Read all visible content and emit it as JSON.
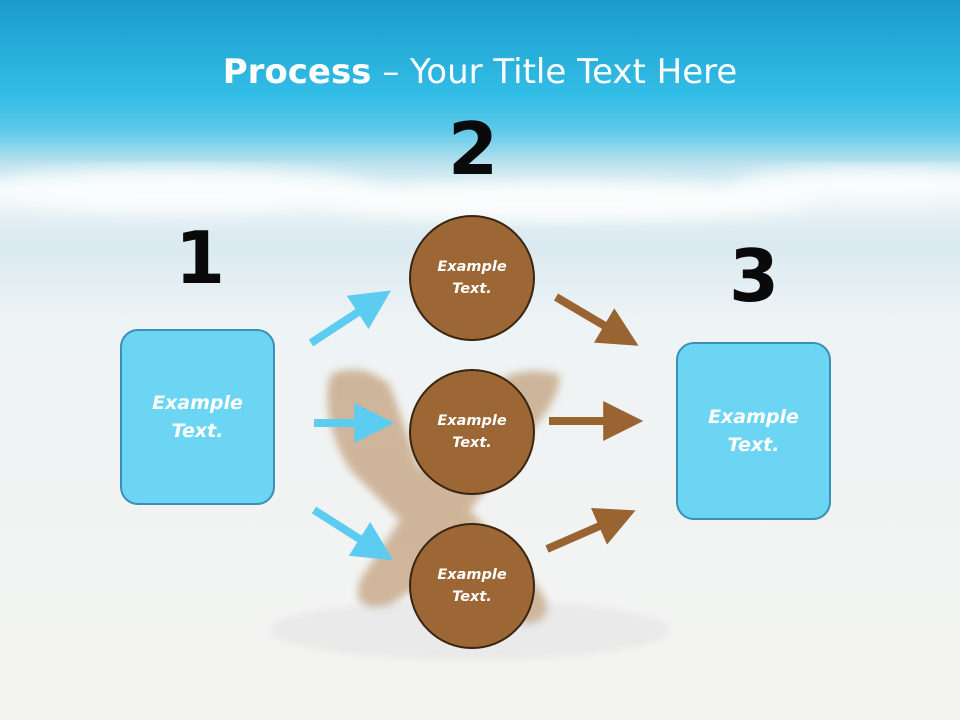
{
  "title": {
    "bold": "Process",
    "rest": " – Your Title Text Here"
  },
  "steps": {
    "one": {
      "number": "1",
      "text": "Example\nText."
    },
    "two": {
      "number": "2"
    },
    "three": {
      "number": "3",
      "text": "Example\nText."
    }
  },
  "circles": [
    {
      "text": "Example\nText."
    },
    {
      "text": "Example\nText."
    },
    {
      "text": "Example\nText."
    }
  ],
  "colors": {
    "box_fill": "#6cd5f3",
    "box_border": "#3b8fb5",
    "circle_fill": "#9c6635",
    "circle_border": "#3a2512",
    "blue_arrow": "#5ccdf0",
    "brown_arrow": "#9a6432"
  }
}
